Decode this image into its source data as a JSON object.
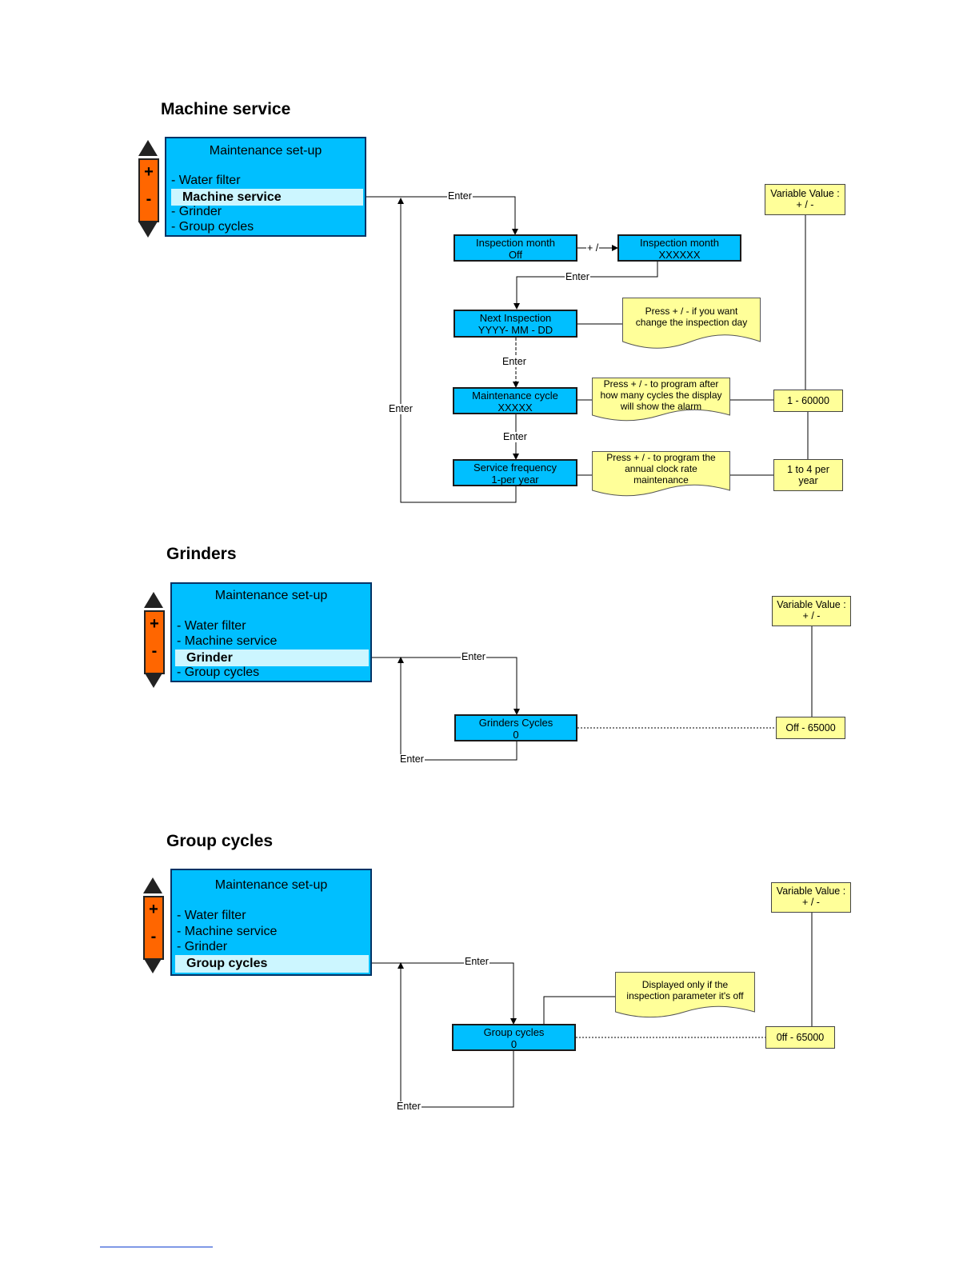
{
  "sections": {
    "machine_service": {
      "title": "Machine service",
      "menu": {
        "title": "Maintenance set-up",
        "items": [
          "- Water filter",
          "Machine service",
          "- Grinder",
          "- Group cycles"
        ]
      },
      "control": {
        "plus": "+",
        "minus": "-"
      },
      "boxes": {
        "inspection_off": [
          "Inspection month",
          "Off"
        ],
        "inspection_x": [
          "Inspection month",
          "XXXXXX"
        ],
        "next_inspection": [
          "Next Inspection",
          "YYYY- MM - DD"
        ],
        "maintenance_cycle": [
          "Maintenance cycle",
          "XXXXX"
        ],
        "service_frequency": [
          "Service frequency",
          "1-per year"
        ]
      },
      "notes": {
        "next_inspection": [
          "Press + / - if you want",
          "change the  inspection day"
        ],
        "maintenance_cycle": [
          "Press + / - to program after",
          "how many cycles the display",
          "will show the alarm"
        ],
        "service_frequency": [
          "Press + / - to program the",
          "annual clock rate",
          "maintenance"
        ]
      },
      "values": {
        "variable": [
          "Variable Value :",
          "+ / -"
        ],
        "cycles_range": "1 - 60000",
        "freq_range": [
          "1 to 4 per",
          "year"
        ]
      },
      "labels": {
        "enter": "Enter",
        "plus_minus": "+ /"
      }
    },
    "grinders": {
      "title": "Grinders",
      "menu": {
        "title": "Maintenance set-up",
        "items": [
          "- Water filter",
          "- Machine service",
          "Grinder",
          "- Group cycles"
        ]
      },
      "control": {
        "plus": "+",
        "minus": "-"
      },
      "box": [
        "Grinders Cycles",
        "0"
      ],
      "values": {
        "variable": [
          "Variable Value :",
          "+ / -"
        ],
        "range": "Off - 65000"
      },
      "labels": {
        "enter": "Enter"
      }
    },
    "group_cycles": {
      "title": "Group cycles",
      "menu": {
        "title": "Maintenance set-up",
        "items": [
          "- Water filter",
          "- Machine service",
          "- Grinder",
          "Group cycles"
        ]
      },
      "control": {
        "plus": "+",
        "minus": "-"
      },
      "box": [
        "Group  cycles",
        "0"
      ],
      "note": [
        "Displayed only  if  the",
        "inspection parameter it's off"
      ],
      "values": {
        "variable": [
          "Variable Value :",
          "+ / -"
        ],
        "range": "0ff - 65000"
      },
      "labels": {
        "enter": "Enter"
      }
    }
  }
}
